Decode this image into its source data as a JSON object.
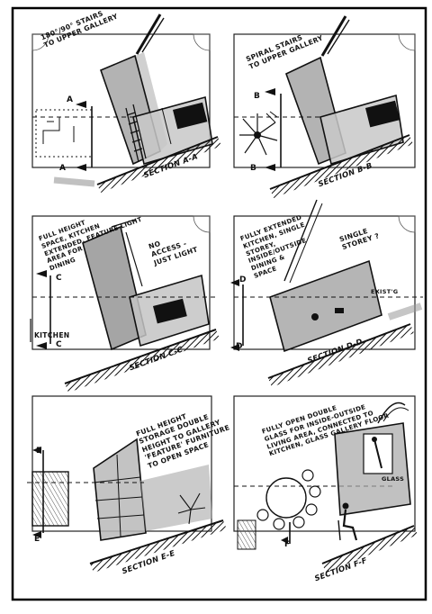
{
  "sheet": {
    "panels": [
      {
        "id": "A-A",
        "section_label": "SECTION A-A",
        "notes": [
          "180°/90° STAIRS\nTO UPPER GALLERY"
        ],
        "markers": [
          "A",
          "A"
        ]
      },
      {
        "id": "B-B",
        "section_label": "SECTION B-B",
        "notes": [
          "SPIRAL STAIRS\nTO UPPER GALLERY"
        ],
        "markers": [
          "B",
          "B"
        ]
      },
      {
        "id": "C-C",
        "section_label": "SECTION C-C",
        "notes": [
          "FULL HEIGHT\nSPACE, KITCHEN\nEXTENDED, FEATURE LIGHT\nAREA FOR\nDINING",
          "NO\nACCESS -\nJUST LIGHT",
          "KITCHEN"
        ],
        "markers": [
          "C",
          "C"
        ]
      },
      {
        "id": "D-D",
        "section_label": "SECTION D-D",
        "notes": [
          "FULLY EXTENDED\nKITCHEN, SINGLE\nSTOREY,\nINSIDE/OUTSIDE\nDINING &\nSPACE",
          "SINGLE\nSTOREY ?",
          "EXIST'G"
        ],
        "markers": [
          "D",
          "D"
        ]
      },
      {
        "id": "E-E",
        "section_label": "SECTION E-E",
        "notes": [
          "FULL HEIGHT\nSTORAGE DOUBLE\nHEIGHT TO GALLERY\n'FEATURE' FURNITURE\nTO OPEN SPACE"
        ],
        "markers": [
          "E",
          "E"
        ]
      },
      {
        "id": "F-F",
        "section_label": "SECTION F-F",
        "notes": [
          "FULLY OPEN DOUBLE\nGLASS FOR INSIDE-OUTSIDE\nLIVING AREA, CONNECTED TO\nKITCHEN, GLASS GALLERY FLOOR",
          "GLASS"
        ],
        "markers": [
          "F"
        ]
      }
    ]
  }
}
